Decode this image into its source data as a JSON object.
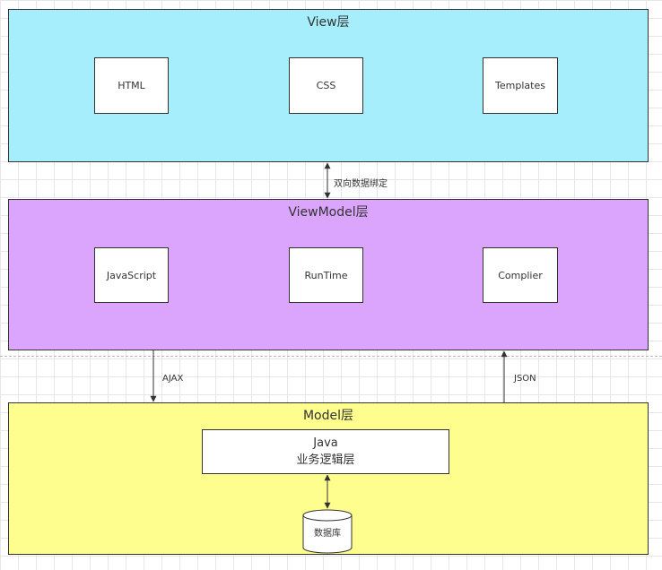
{
  "view_layer": {
    "title": "View层",
    "color": "#a6eefb",
    "boxes": [
      "HTML",
      "CSS",
      "Templates"
    ]
  },
  "viewmodel_layer": {
    "title": "ViewModel层",
    "color": "#dba5fd",
    "boxes": [
      "JavaScript",
      "RunTime",
      "Complier"
    ]
  },
  "model_layer": {
    "title": "Model层",
    "color": "#fefe8e",
    "java_box": {
      "line1": "Java",
      "line2": "业务逻辑层"
    },
    "database": "数据库"
  },
  "connectors": {
    "binding": "双向数据绑定",
    "ajax": "AJAX",
    "json": "JSON"
  }
}
